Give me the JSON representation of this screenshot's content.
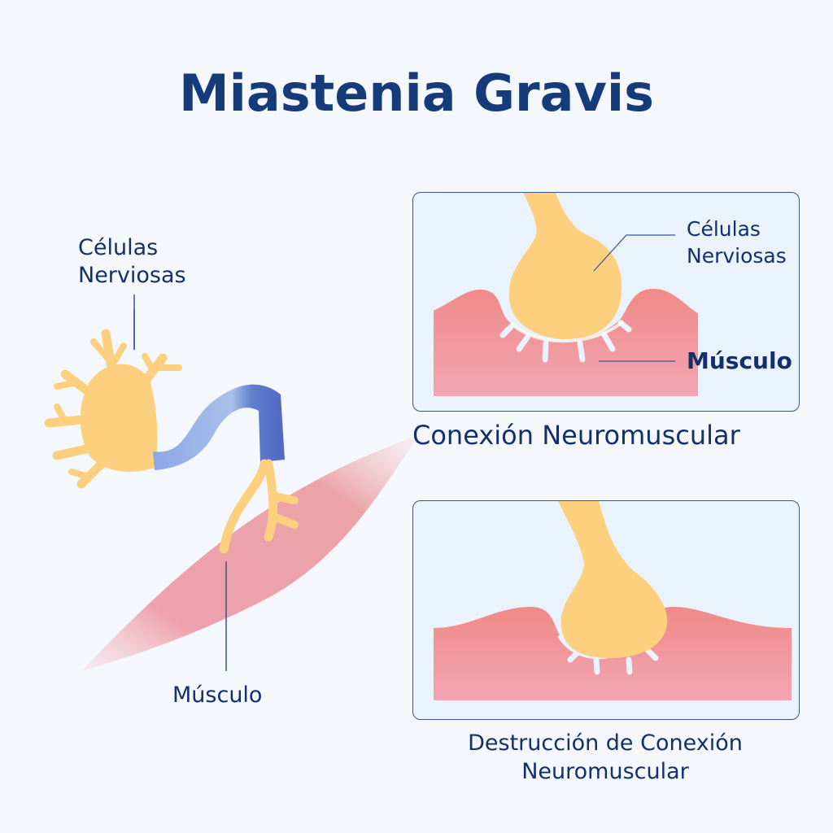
{
  "title": "Miastenia Gravis",
  "left_diagram": {
    "nerve_label_line1": "Células",
    "nerve_label_line2": "Nerviosas",
    "muscle_label": "Músculo"
  },
  "panel_top": {
    "nerve_label_line1": "Células",
    "nerve_label_line2": "Nerviosas",
    "muscle_label": "Músculo",
    "caption": "Conexión Neuromuscular"
  },
  "panel_bottom": {
    "caption_line1": "Destrucción de Conexión",
    "caption_line2": "Neuromuscular"
  },
  "colors": {
    "background": "#f4f7fc",
    "title": "#163b7a",
    "nerve": "#fdd080",
    "axon_light": "#a9c1ea",
    "axon_dark": "#5a72c8",
    "muscle": "#f0918e",
    "panel_bg": "#eaf2fb",
    "panel_border": "#3b5692"
  }
}
